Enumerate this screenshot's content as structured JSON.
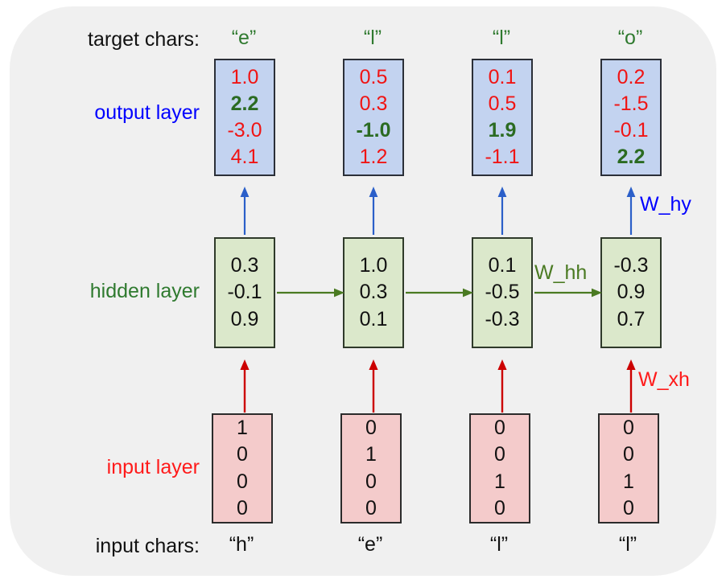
{
  "panel": {
    "background": "#f0f0f0"
  },
  "colors": {
    "output_box_fill": "#c3d3f0",
    "output_box_border": "#2b2f38",
    "hidden_box_fill": "#dbe8cb",
    "hidden_box_border": "#2f3a2a",
    "input_box_fill": "#f4cbcb",
    "input_box_border": "#2b2b2b",
    "output_value": "#f01414",
    "output_value_highlight": "#2b6b22",
    "output_label": "#0000ff",
    "hidden_label": "#2f7a2f",
    "input_label": "#ff1a1a",
    "target_char": "#2f7a2f",
    "input_char": "#111111",
    "arrow_hy": "#2b5fc9",
    "arrow_hh": "#4a7a22",
    "arrow_xh": "#cc0000"
  },
  "labels": {
    "target_chars": "target chars:",
    "output_layer": "output layer",
    "hidden_layer": "hidden layer",
    "input_layer": "input layer",
    "input_chars": "input chars:"
  },
  "weights": {
    "w_hy": "W_hy",
    "w_hh": "W_hh",
    "w_xh": "W_xh"
  },
  "columns": [
    {
      "target_char": "“e”",
      "input_char": "“h”",
      "output": [
        "1.0",
        "2.2",
        "-3.0",
        "4.1"
      ],
      "output_highlight_index": 1,
      "hidden": [
        "0.3",
        "-0.1",
        "0.9"
      ],
      "input": [
        "1",
        "0",
        "0",
        "0"
      ]
    },
    {
      "target_char": "“l”",
      "input_char": "“e”",
      "output": [
        "0.5",
        "0.3",
        "-1.0",
        "1.2"
      ],
      "output_highlight_index": 2,
      "hidden": [
        "1.0",
        "0.3",
        "0.1"
      ],
      "input": [
        "0",
        "1",
        "0",
        "0"
      ]
    },
    {
      "target_char": "“l”",
      "input_char": "“l”",
      "output": [
        "0.1",
        "0.5",
        "1.9",
        "-1.1"
      ],
      "output_highlight_index": 2,
      "hidden": [
        "0.1",
        "-0.5",
        "-0.3"
      ],
      "input": [
        "0",
        "0",
        "1",
        "0"
      ]
    },
    {
      "target_char": "“o”",
      "input_char": "“l”",
      "output": [
        "0.2",
        "-1.5",
        "-0.1",
        "2.2"
      ],
      "output_highlight_index": 3,
      "hidden": [
        "-0.3",
        "0.9",
        "0.7"
      ],
      "input": [
        "0",
        "0",
        "1",
        "0"
      ]
    }
  ]
}
